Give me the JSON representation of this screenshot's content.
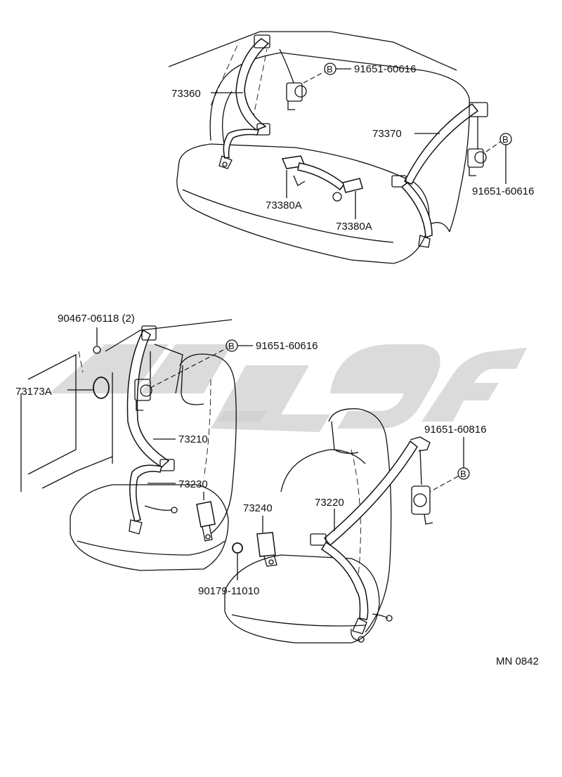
{
  "labels": {
    "p73360": "73360",
    "p73370": "73370",
    "p73380a_left": "73380A",
    "p73380a_right": "73380A",
    "rear_bolt_left": "91651-60616",
    "rear_bolt_right": "91651-60616",
    "front_screw": "90467-06118 (2)",
    "p73173a": "73173A",
    "front_bolt_left": "91651-60616",
    "p73210": "73210",
    "p73230": "73230",
    "p73240": "73240",
    "p73220": "73220",
    "front_bolt_right": "91651-60816",
    "p90179": "90179-11010",
    "diagram_code": "MN 0842"
  },
  "bolt_marker": "B"
}
